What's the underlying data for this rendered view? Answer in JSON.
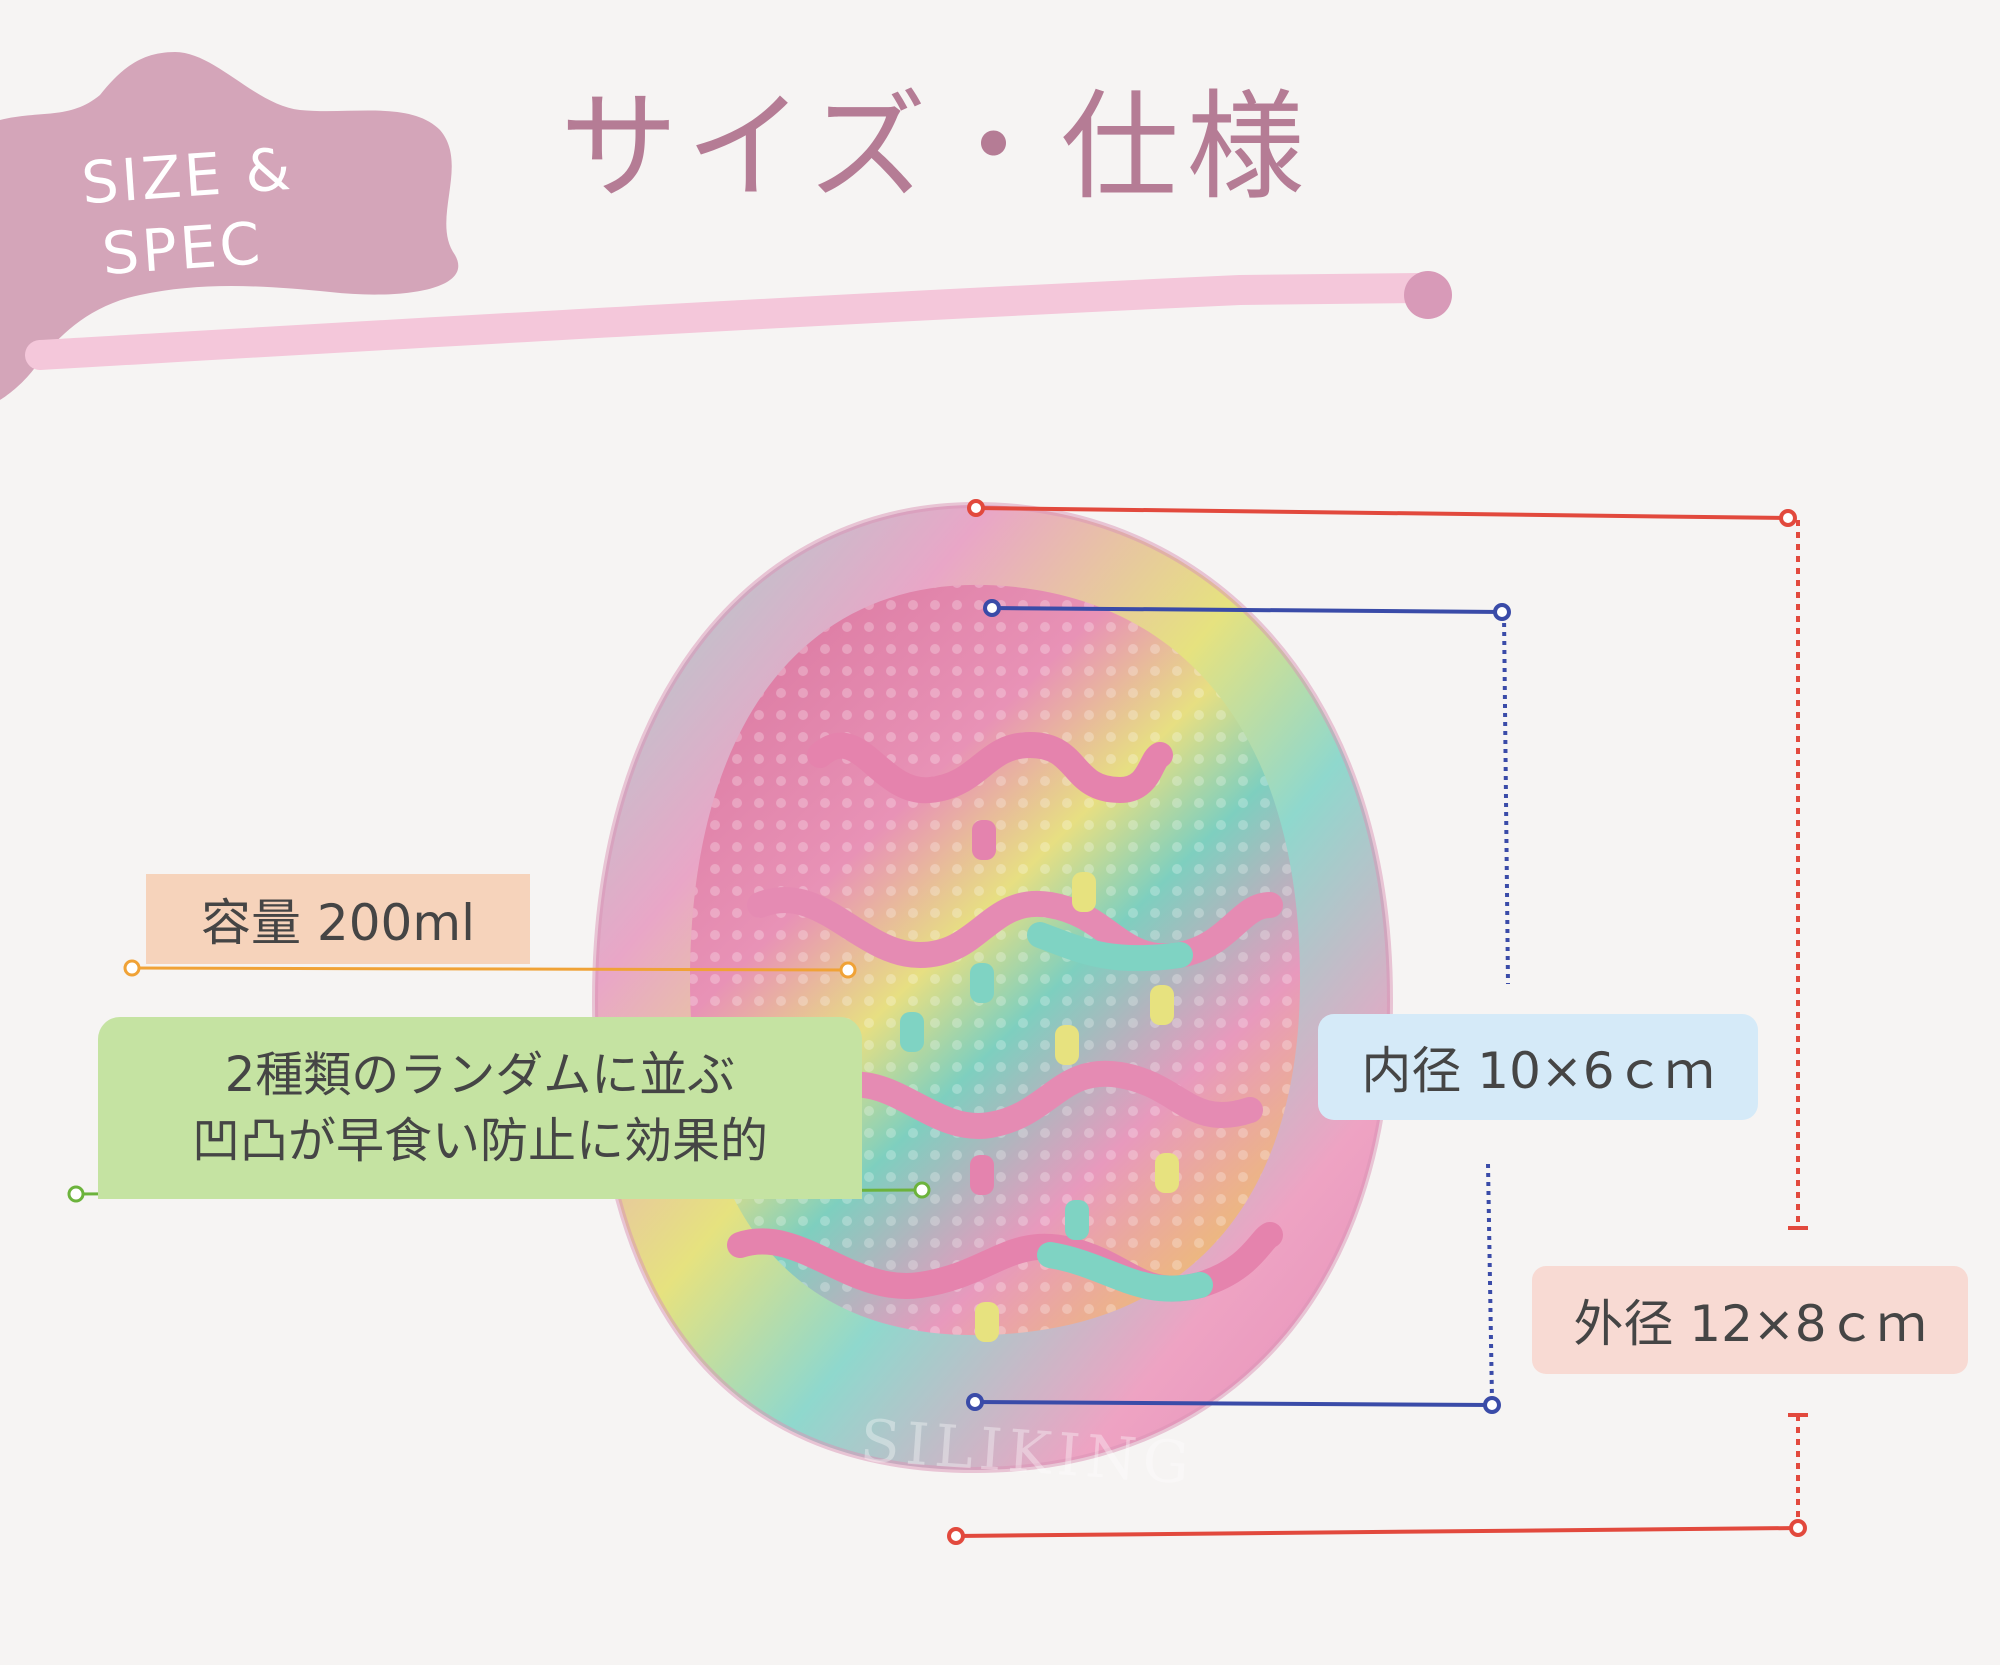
{
  "header": {
    "title": "サイズ・仕様",
    "badge_line1": "SIZE &",
    "badge_line2": "SPEC"
  },
  "product": {
    "brand_embossed": "SILIKING"
  },
  "specs": {
    "capacity": "容量 200ml",
    "feature_line1": "2種類のランダムに並ぶ",
    "feature_line2": "凹凸が早食い防止に効果的",
    "inner_diameter": "内径 10×6ｃｍ",
    "outer_diameter": "外径 12×8ｃｍ"
  },
  "colors": {
    "accent_mauve": "#d4a5b9",
    "title_color": "#b57c95",
    "underline_pink": "#f4c7da",
    "outer_line_red": "#e2493d",
    "inner_line_blue": "#3a4ba8",
    "capacity_line_orange": "#f0a236",
    "feature_line_green": "#6cb33c"
  }
}
